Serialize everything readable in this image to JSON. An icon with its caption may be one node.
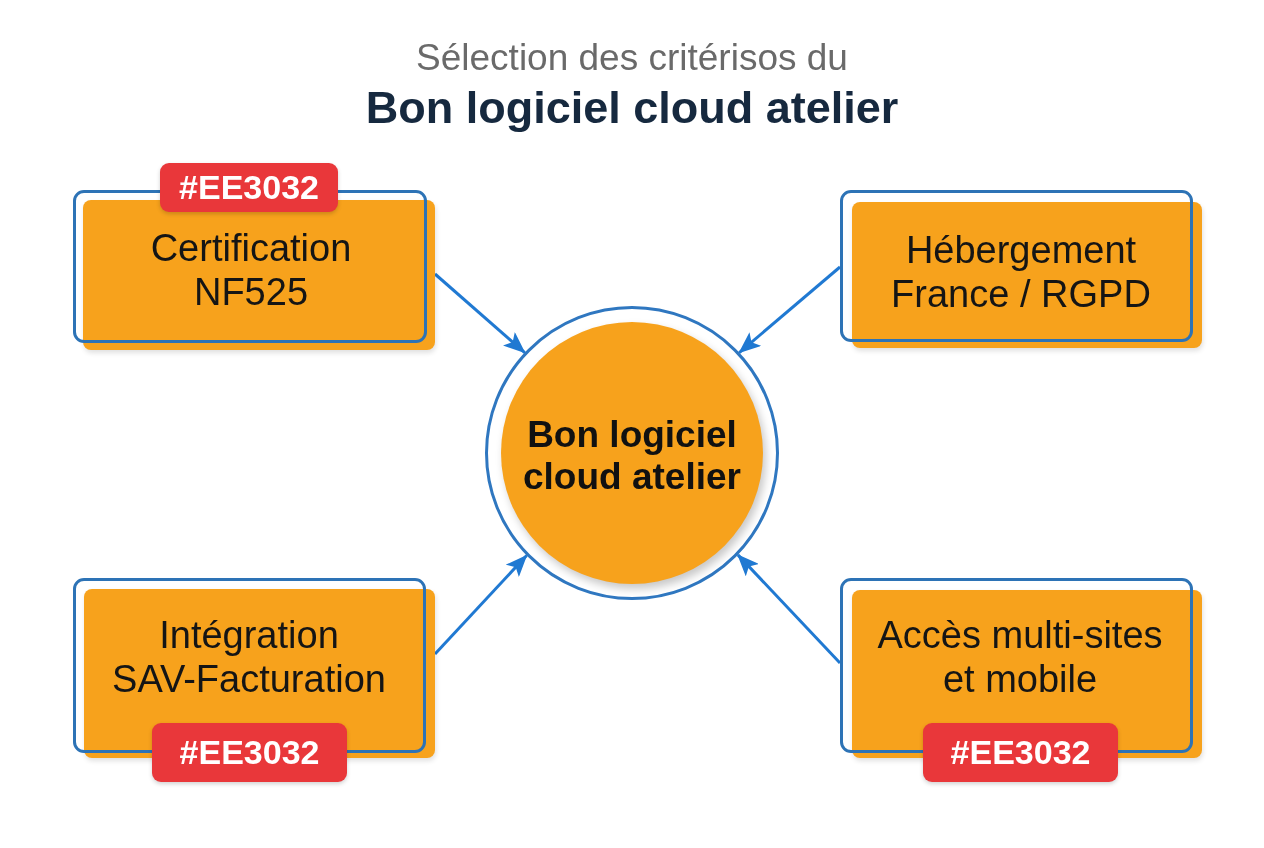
{
  "diagram": {
    "title": "Sélection des critérisos du **Bon logiciel cloud atelier**",
    "nodes": [
      {
        "text": [
          "#EE3032",
          "Certification NF525"
        ]
      },
      {
        "text": [
          "Hébergement France / RGPD"
        ]
      },
      {
        "text": [
          "Bon logiciel cloud atelier"
        ]
      },
      {
        "text": [
          "Intégration SAV-Facturation",
          "#EE3032"
        ]
      },
      {
        "text": [
          "Accès multi-sites et mobile",
          "#EE3032"
        ]
      }
    ],
    "edges": [
      {
        "from": 0,
        "to": 2,
        "arrow": "to"
      },
      {
        "from": 1,
        "to": 2,
        "arrow": "to"
      },
      {
        "from": 3,
        "to": 2,
        "arrow": "to"
      },
      {
        "from": 4,
        "to": 2,
        "arrow": "to"
      }
    ]
  }
}
